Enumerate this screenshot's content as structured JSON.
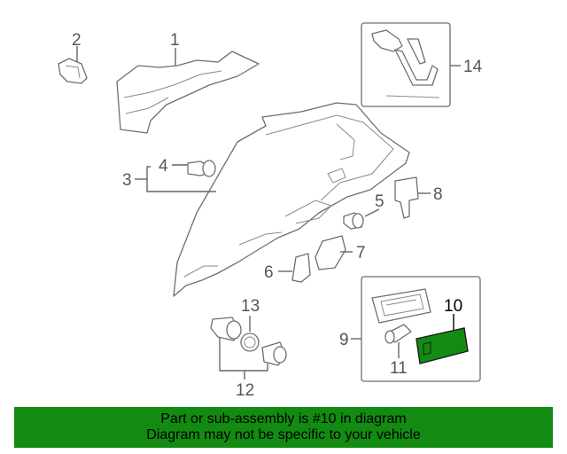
{
  "diagram": {
    "labels": [
      {
        "id": "1",
        "text": "1"
      },
      {
        "id": "2",
        "text": "2"
      },
      {
        "id": "3",
        "text": "3"
      },
      {
        "id": "4",
        "text": "4"
      },
      {
        "id": "5",
        "text": "5"
      },
      {
        "id": "6",
        "text": "6"
      },
      {
        "id": "7",
        "text": "7"
      },
      {
        "id": "8",
        "text": "8"
      },
      {
        "id": "9",
        "text": "9"
      },
      {
        "id": "10",
        "text": "10"
      },
      {
        "id": "11",
        "text": "11"
      },
      {
        "id": "12",
        "text": "12"
      },
      {
        "id": "13",
        "text": "13"
      },
      {
        "id": "14",
        "text": "14"
      }
    ],
    "highlight_part": "10",
    "colors": {
      "highlight_fill": "#138b12",
      "banner": "#138b12",
      "line": "#666666"
    }
  },
  "banner": {
    "line1": "Part or sub-assembly is #10 in diagram",
    "line2": "Diagram may not be specific to your vehicle"
  }
}
